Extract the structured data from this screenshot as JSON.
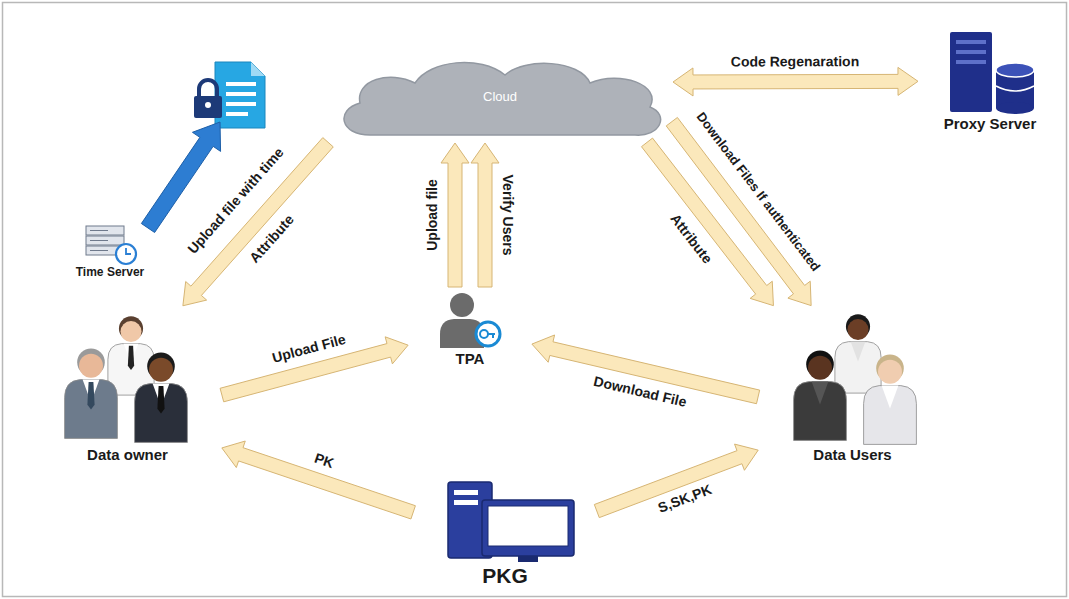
{
  "diagram": {
    "nodes": [
      {
        "text": [
          "Cloud"
        ]
      },
      {
        "text": [
          "Proxy Server"
        ]
      },
      {
        "text": [
          "Time Server"
        ]
      },
      {
        "text": [
          "TPA"
        ]
      },
      {
        "text": [
          "Data owner"
        ]
      },
      {
        "text": [
          "Data Users"
        ]
      },
      {
        "text": [
          "PKG"
        ]
      }
    ],
    "edges": [
      {
        "from": 0,
        "to": 1,
        "arrow": "both",
        "label": "Code Regenaration"
      },
      {
        "from": 0,
        "to": 4,
        "arrow": "to",
        "label": "Attribute"
      },
      {
        "from": 3,
        "to": 0,
        "arrow": "to",
        "label": "Upload file"
      },
      {
        "from": 3,
        "to": 0,
        "arrow": "to",
        "label": "Verify Users"
      },
      {
        "from": 0,
        "to": 5,
        "arrow": "to",
        "label": "Attribute"
      },
      {
        "from": 0,
        "to": 5,
        "arrow": "to",
        "label": "Download Files If authenticated"
      },
      {
        "from": 4,
        "to": 3,
        "arrow": "to",
        "label": "Upload File"
      },
      {
        "from": 5,
        "to": 3,
        "arrow": "to",
        "label": "Download File"
      },
      {
        "from": 6,
        "to": 4,
        "arrow": "to",
        "label": "PK"
      },
      {
        "from": 6,
        "to": 5,
        "arrow": "to",
        "label": "S,SK,PK"
      }
    ],
    "labels": [
      "Upload file with time"
    ]
  }
}
